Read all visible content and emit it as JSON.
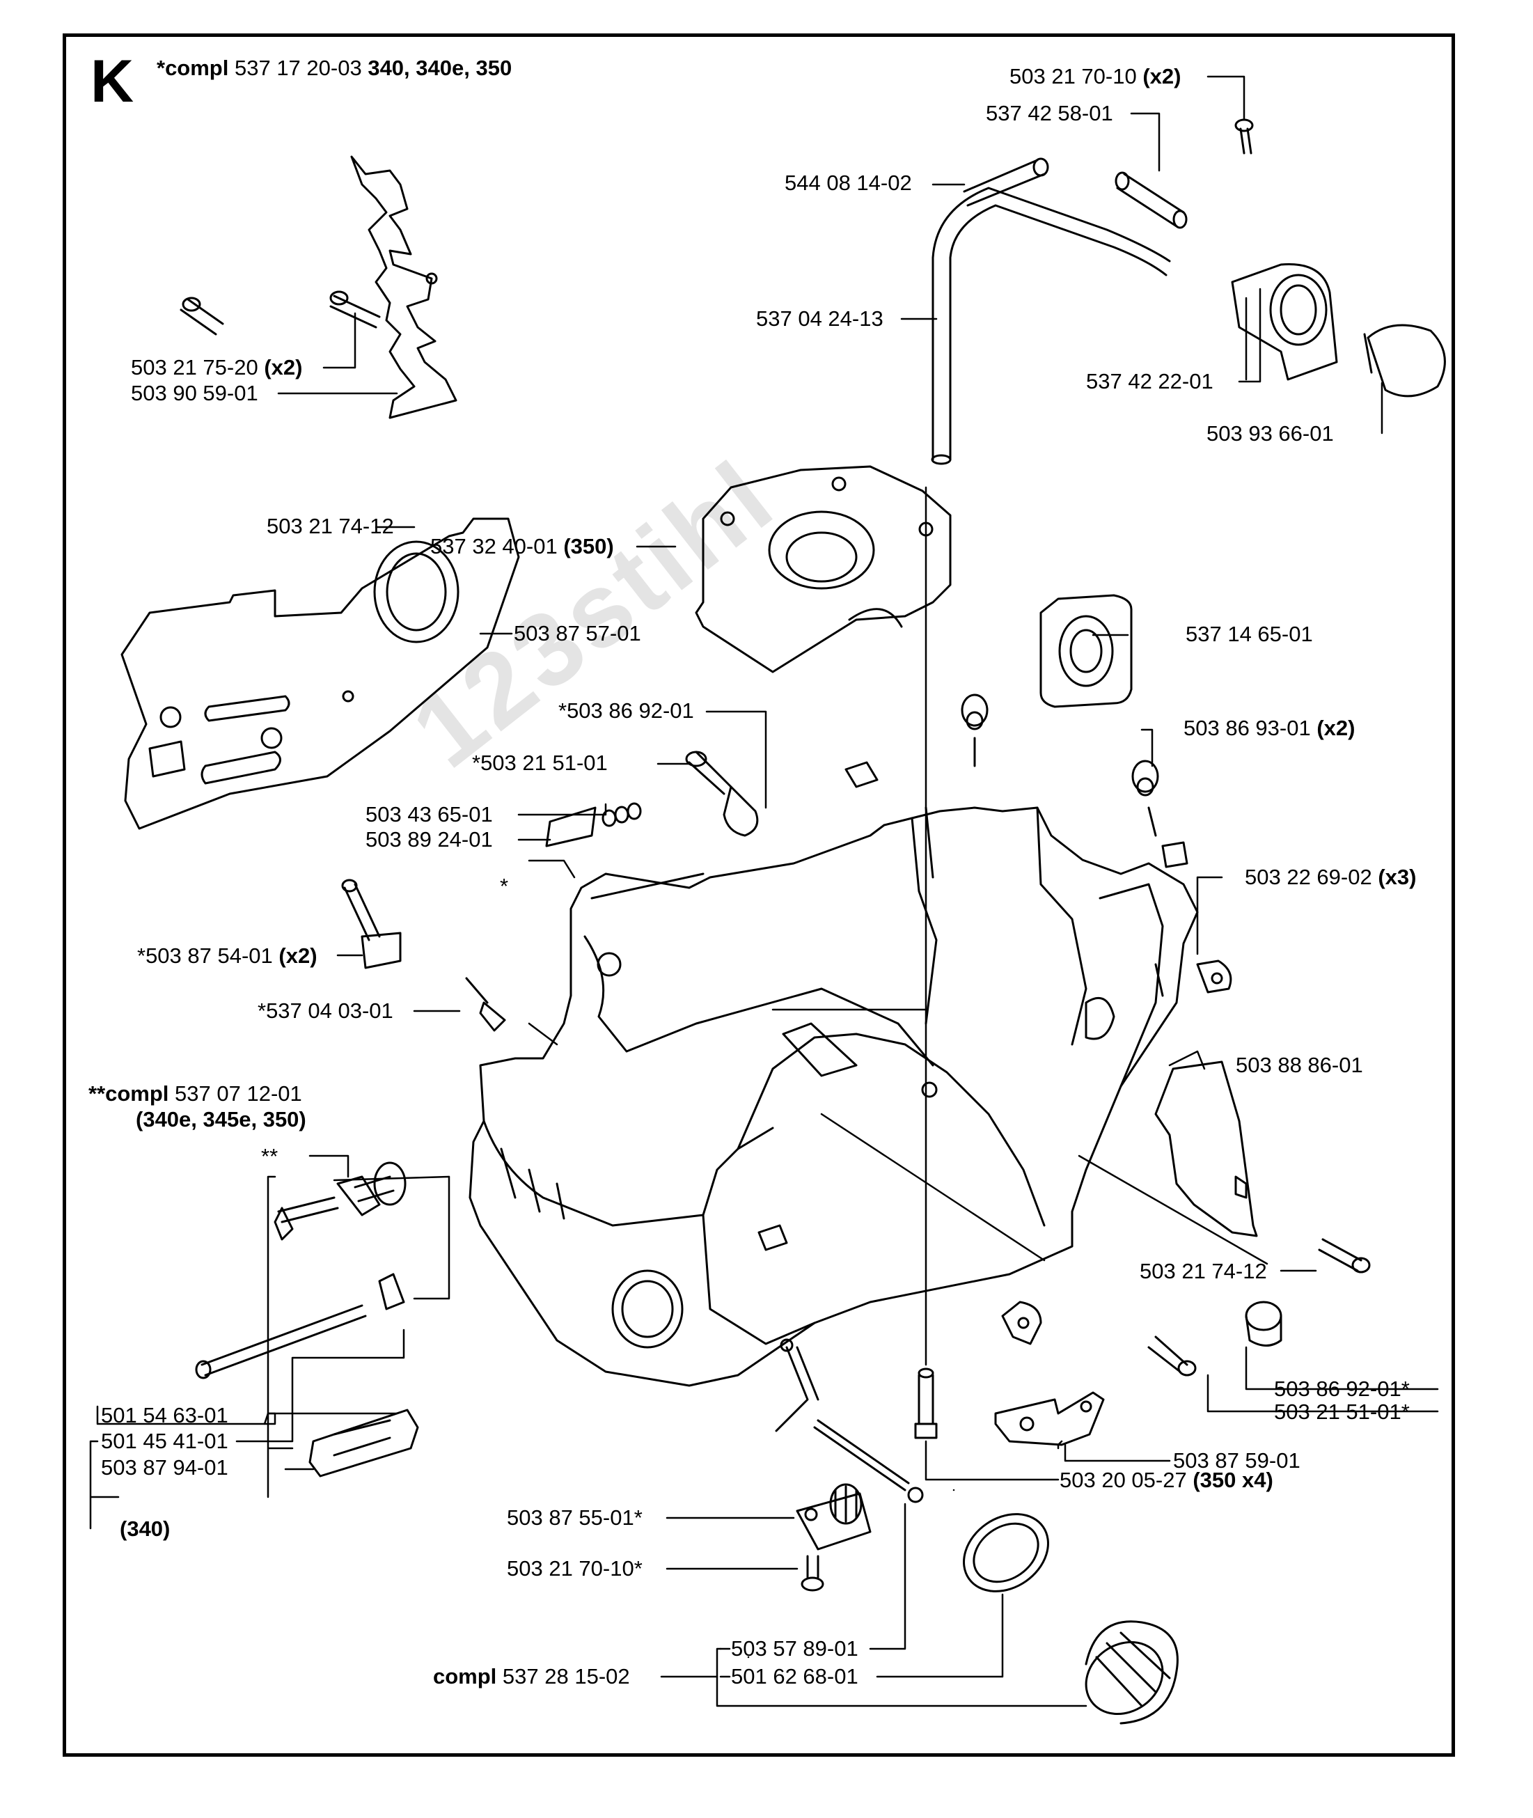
{
  "section": {
    "letter": "K",
    "header_prefix": "*compl",
    "header_part": "537 17 20-03",
    "header_models": "340, 340e, 350"
  },
  "watermark": "123stihl",
  "labels": {
    "p01": {
      "num": "503 21 70-10",
      "suffix": "(x2)"
    },
    "p02": {
      "num": "537 42 58-01",
      "suffix": ""
    },
    "p03": {
      "num": "544 08 14-02",
      "suffix": ""
    },
    "p04": {
      "num": "537 04 24-13",
      "suffix": ""
    },
    "p05": {
      "num": "537 42 22-01",
      "suffix": ""
    },
    "p06": {
      "num": "503 93 66-01",
      "suffix": ""
    },
    "p07": {
      "num": "503 21 75-20",
      "suffix": "(x2)"
    },
    "p08": {
      "num": "503 90 59-01",
      "suffix": ""
    },
    "p09": {
      "num": "503 21 74-12",
      "suffix": ""
    },
    "p10": {
      "num": "537 32 40-01",
      "suffix": "(350)"
    },
    "p11": {
      "num": "503 87 57-01",
      "suffix": ""
    },
    "p12": {
      "num": "537 14 65-01",
      "suffix": ""
    },
    "p13": {
      "num": "*503 86 92-01",
      "suffix": ""
    },
    "p14": {
      "num": "*503 21 51-01",
      "suffix": ""
    },
    "p15": {
      "num": "503 86 93-01",
      "suffix": "(x2)"
    },
    "p16": {
      "num": "503 43 65-01",
      "suffix": ""
    },
    "p17": {
      "num": "503 89 24-01",
      "suffix": ""
    },
    "p18": {
      "num": "503 22 69-02",
      "suffix": "(x3)"
    },
    "p19": {
      "num": "*",
      "suffix": ""
    },
    "p20": {
      "num": "*503 87 54-01",
      "suffix": "(x2)"
    },
    "p21": {
      "num": "*537 04 03-01",
      "suffix": ""
    },
    "p22": {
      "num": "503 88 86-01",
      "suffix": ""
    },
    "p23": {
      "prefix": "**compl",
      "num": "537 07 12-01"
    },
    "p24": {
      "models": "(340e, 345e, 350)"
    },
    "p25": {
      "num": "**",
      "suffix": ""
    },
    "p26": {
      "num": "503 21 74-12",
      "suffix": ""
    },
    "p27": {
      "num": "503 86 92-01*",
      "suffix": ""
    },
    "p28": {
      "num": "503 21 51-01*",
      "suffix": ""
    },
    "p29": {
      "num": "501 54 63-01",
      "suffix": ""
    },
    "p30": {
      "num": "501 45 41-01",
      "suffix": ""
    },
    "p31": {
      "num": "503 87 94-01",
      "suffix": ""
    },
    "p32": {
      "models": "(340)"
    },
    "p33": {
      "num": "503 87 59-01",
      "suffix": ""
    },
    "p34": {
      "num": "503 20 05-27",
      "suffix": "(350 x4)"
    },
    "p35": {
      "num": "503 87 55-01*",
      "suffix": ""
    },
    "p36": {
      "num": "503 21 70-10*",
      "suffix": ""
    },
    "p37": {
      "num": "503 57 89-01",
      "suffix": ""
    },
    "p38": {
      "prefix": "compl",
      "num": "537 28 15-02"
    },
    "p39": {
      "num": "501 62 68-01",
      "suffix": ""
    }
  },
  "parts": {
    "handle": "rear-handle",
    "crankcase": "crankcase",
    "cover": "chain-brake-cover",
    "cylinder_base": "cylinder-base",
    "fuel_cap": "fuel-cap"
  }
}
